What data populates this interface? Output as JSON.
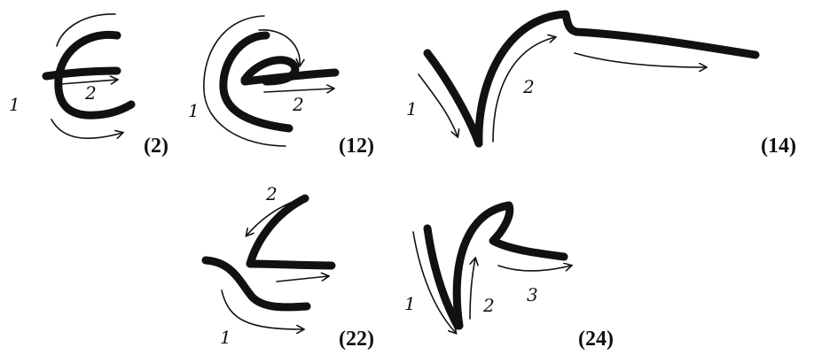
{
  "figures": [
    {
      "id": "2",
      "caption": "(2)",
      "strokes": [
        "1",
        "2"
      ]
    },
    {
      "id": "12",
      "caption": "(12)",
      "strokes": [
        "1",
        "2"
      ]
    },
    {
      "id": "14",
      "caption": "(14)",
      "strokes": [
        "1",
        "2"
      ]
    },
    {
      "id": "22",
      "caption": "(22)",
      "strokes": [
        "1",
        "2"
      ]
    },
    {
      "id": "24",
      "caption": "(24)",
      "strokes": [
        "1",
        "2",
        "3"
      ]
    }
  ]
}
